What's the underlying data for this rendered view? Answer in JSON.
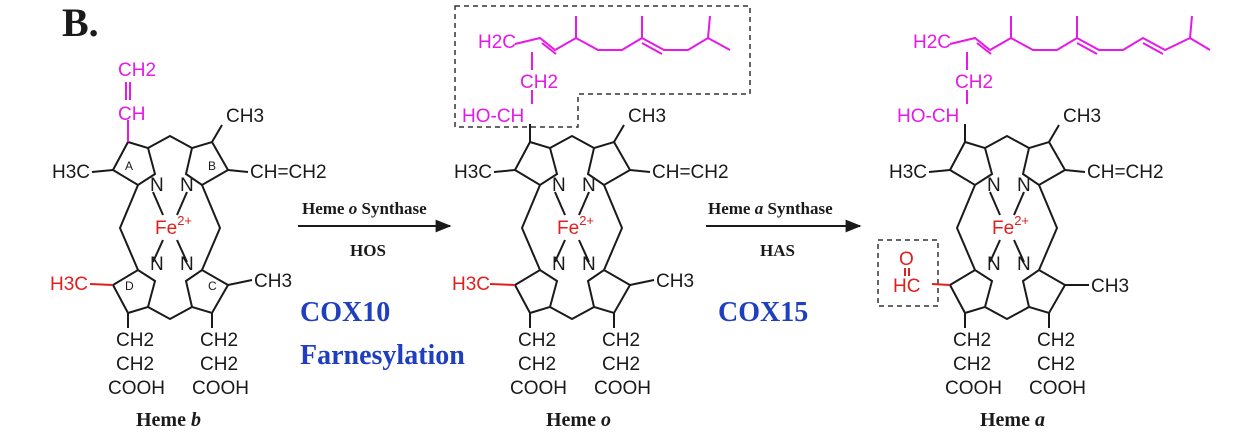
{
  "panel_label": "B.",
  "molecules": [
    {
      "caption_name": "Heme",
      "caption_letter": "b",
      "ring_letters": [
        "A",
        "B",
        "C",
        "D"
      ],
      "iron": "Fe",
      "iron_charge": "2+",
      "nitrogen": "N",
      "top_substituent": [
        "CH2",
        "CH"
      ],
      "left_top_methyl": "H3C",
      "right_top_methyl": "CH3",
      "right_vinyl": "CH=CH2",
      "left_bottom_methyl": "H3C",
      "right_bottom_methyl": "CH3",
      "propionate": [
        "CH2",
        "CH2",
        "COOH"
      ]
    },
    {
      "caption_name": "Heme",
      "caption_letter": "o",
      "iron": "Fe",
      "iron_charge": "2+",
      "nitrogen": "N",
      "tail_start": "H2C",
      "hydroxyethyl": [
        "CH2",
        "HO-CH"
      ],
      "left_top_methyl": "H3C",
      "right_top_methyl": "CH3",
      "right_vinyl": "CH=CH2",
      "left_bottom_methyl": "H3C",
      "right_bottom_methyl": "CH3",
      "propionate": [
        "CH2",
        "CH2",
        "COOH"
      ]
    },
    {
      "caption_name": "Heme",
      "caption_letter": "a",
      "iron": "Fe",
      "iron_charge": "2+",
      "nitrogen": "N",
      "tail_start": "H2C",
      "hydroxyethyl": [
        "CH2",
        "HO-CH"
      ],
      "left_top_methyl": "H3C",
      "right_top_methyl": "CH3",
      "right_vinyl": "CH=CH2",
      "formyl": [
        "O",
        "HC"
      ],
      "right_bottom_methyl": "CH3",
      "propionate": [
        "CH2",
        "CH2",
        "COOH"
      ]
    }
  ],
  "arrows": [
    {
      "label_prefix": "Heme ",
      "label_italic": "o",
      "label_suffix": " Synthase",
      "abbr": "HOS"
    },
    {
      "label_prefix": "Heme ",
      "label_italic": "a",
      "label_suffix": " Synthase",
      "abbr": "HAS"
    }
  ],
  "genes": {
    "cox10": "COX10",
    "farnesylation": "Farnesylation",
    "cox15": "COX15"
  },
  "colors": {
    "black": "#1a1a1a",
    "magenta": "#e619e6",
    "red": "#e0201e",
    "blue": "#1f3fbf",
    "dash": "#333333"
  }
}
